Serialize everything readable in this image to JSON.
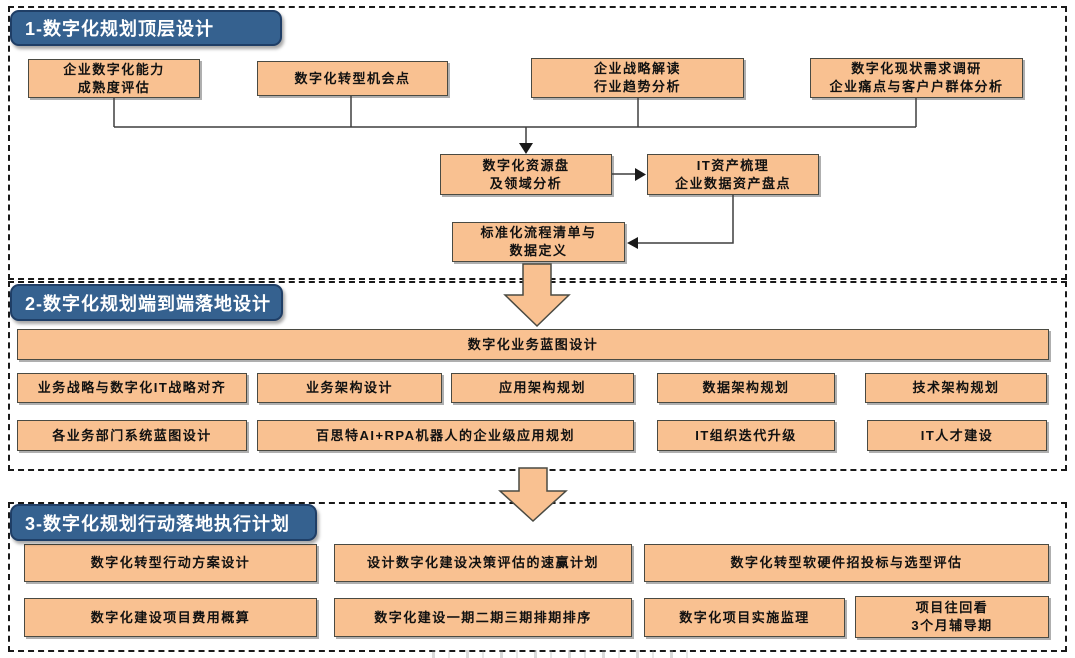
{
  "colors": {
    "tab_background": "#35618F",
    "tab_border": "#1F3E66",
    "box_background": "#F9C191",
    "box_border": "#4A4A42",
    "connector": "#3F3F3F",
    "dashed_border": "#1A1A1A",
    "block_arrow_fill": "#F9C191"
  },
  "sections": [
    {
      "title": "1-数字化规划顶层设计",
      "boxes": {
        "capability": "企业数字化能力\n成熟度评估",
        "opportunity": "数字化转型机会点",
        "strategy": "企业战略解读\n行业趋势分析",
        "research": "数字化现状需求调研\n企业痛点与客户户群体分析",
        "resource": "数字化资源盘\n及领域分析",
        "it_asset": "IT资产梳理\n企业数据资产盘点",
        "standard": "标准化流程清单与\n数据定义"
      }
    },
    {
      "title": "2-数字化规划端到端落地设计",
      "blueprint": "数字化业务蓝图设计",
      "row1": [
        "业务战略与数字化IT战略对齐",
        "业务架构设计",
        "应用架构规划",
        "数据架构规划",
        "技术架构规划"
      ],
      "row2": [
        "各业务部门系统蓝图设计",
        "百思特AI+RPA机器人的企业级应用规划",
        "IT组织迭代升级",
        "IT人才建设"
      ]
    },
    {
      "title": "3-数字化规划行动落地执行计划",
      "row1": [
        "数字化转型行动方案设计",
        "设计数字化建设决策评估的速赢计划",
        "数字化转型软硬件招投标与选型评估"
      ],
      "row2": [
        "数字化建设项目费用概算",
        "数字化建设一期二期三期排期排序",
        "数字化项目实施监理",
        "项目往回看\n3个月辅导期"
      ]
    }
  ]
}
